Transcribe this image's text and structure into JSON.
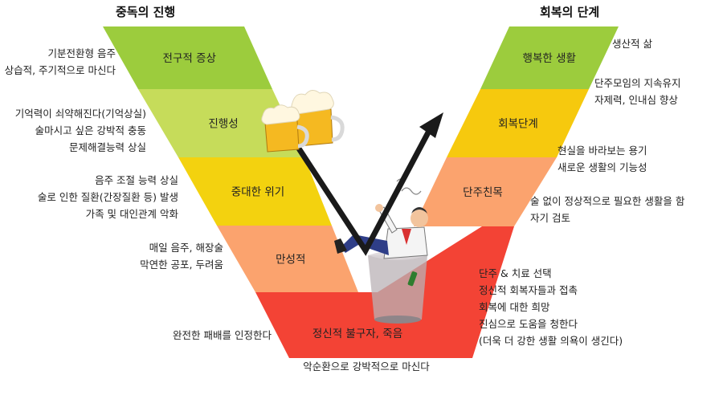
{
  "titles": {
    "left": "중독의 진행",
    "right": "회복의 단계"
  },
  "stages_left": [
    {
      "label": "전구적 증상",
      "color": "#9ccc3d"
    },
    {
      "label": "진행성",
      "color": "#c6dc5a"
    },
    {
      "label": "중대한 위기",
      "color": "#f3d20f"
    },
    {
      "label": "만성적",
      "color": "#fba36e"
    },
    {
      "label": "정신적 불구자, 죽음",
      "color": "#f34335"
    }
  ],
  "stages_right": [
    {
      "label": "행복한 생활",
      "color": "#9ccc3d"
    },
    {
      "label": "회복단계",
      "color": "#f6c90e"
    },
    {
      "label": "단주친목",
      "color": "#fba36e"
    }
  ],
  "notes_left": [
    {
      "lines": [
        "기분전환형 음주",
        "상습적, 주기적으로 마신다"
      ]
    },
    {
      "lines": [
        "기억력이 쇠약해진다(기억상실)",
        "술마시고 싶은 강박적 충동",
        "문제해결능력 상실"
      ]
    },
    {
      "lines": [
        "음주 조절 능력 상실",
        "술로 인한 질환(간장질환 등) 발생",
        "가족 및 대인관계 악화"
      ]
    },
    {
      "lines": [
        "매일 음주, 해장술",
        "막연한 공포, 두려움"
      ]
    },
    {
      "lines": [
        "완전한 패배를 인정한다"
      ]
    }
  ],
  "notes_right": [
    {
      "lines": [
        "생산적 삶"
      ]
    },
    {
      "lines": [
        "단주모임의 지속유지",
        "자제력, 인내심 향상"
      ]
    },
    {
      "lines": [
        "현실을 바라보는 용기",
        "새로운 생활의 기능성"
      ]
    },
    {
      "lines": [
        "술 없이 정상적으로 필요한 생활을 함",
        "자기 검토"
      ]
    },
    {
      "lines": [
        "단주 & 치료 선택",
        "정신적 회복자들과 접촉",
        "회복에 대한 희망",
        "진심으로 도움을 청한다",
        "(더욱 더 강한 생활 의욕이 생긴다)"
      ]
    }
  ],
  "bottom_note": {
    "lines": [
      "악순환으로 강박적으로 마신다"
    ]
  },
  "colors": {
    "arrow": "#1a1a1a",
    "beer": "#f5b921",
    "foam": "#fff7e0",
    "glass": "#b9b2b6"
  },
  "icons": [
    "beer-mug-icon",
    "beer-mug-icon",
    "up-arrow-icon",
    "drowning-man-icon"
  ]
}
